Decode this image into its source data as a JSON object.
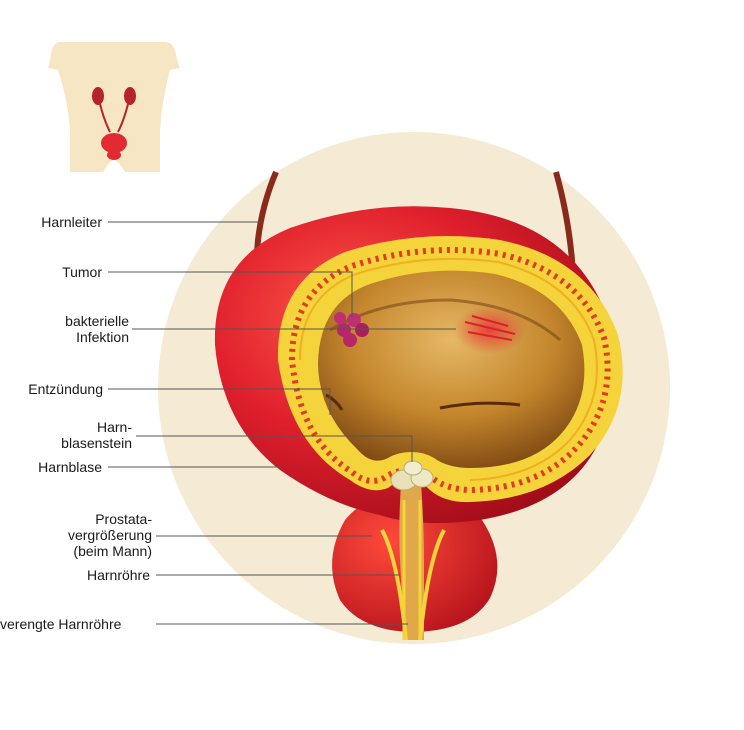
{
  "diagram": {
    "labels": [
      {
        "id": "harnleiter",
        "lines": [
          "Harnleiter"
        ]
      },
      {
        "id": "tumor",
        "lines": [
          "Tumor"
        ]
      },
      {
        "id": "infektion",
        "lines": [
          "bakterielle",
          "Infektion"
        ]
      },
      {
        "id": "entzuendung",
        "lines": [
          "Entzündung"
        ]
      },
      {
        "id": "stein",
        "lines": [
          "Harn-",
          "blasenstein"
        ]
      },
      {
        "id": "harnblase",
        "lines": [
          "Harnblase"
        ]
      },
      {
        "id": "prostata",
        "lines": [
          "Prostata-",
          "vergrößerung",
          "(beim Mann)"
        ]
      },
      {
        "id": "harnroehre",
        "lines": [
          "Harnröhre"
        ]
      },
      {
        "id": "verengt",
        "lines": [
          "verengte Harnröhre"
        ]
      }
    ]
  },
  "colors": {
    "background_circle": "#f5ead3",
    "bladder_red": "#d91c2a",
    "bladder_dark": "#a80f1c",
    "wall_yellow": "#f5d33a",
    "interior": "#c98f2e",
    "interior_dark": "#6b3a0f",
    "tumor": "#b8266a",
    "stone": "#e8e1b8",
    "skin": "#f6e6c4",
    "leader_line": "#555555"
  },
  "icons": {
    "body_thumbnail": "human-torso-urinary-system-icon"
  }
}
